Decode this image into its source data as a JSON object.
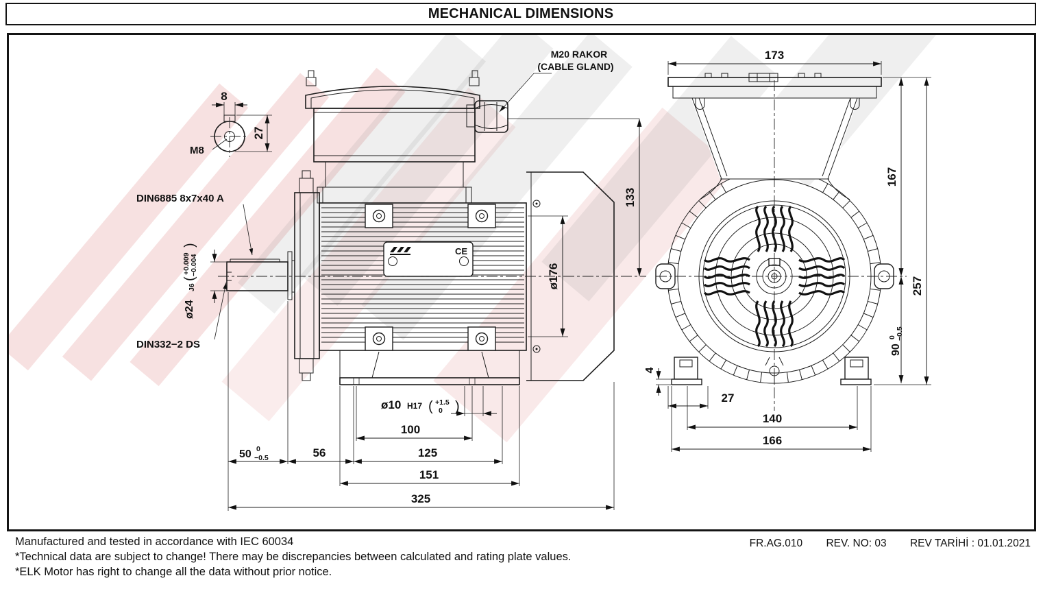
{
  "title": "MECHANICAL DIMENSIONS",
  "symbols": {
    "lparen": "(",
    "rparen": ")"
  },
  "side_view": {
    "shaft_detail": {
      "key_width": "8",
      "height": "27",
      "thread": "M8"
    },
    "key_spec": "DIN6885  8x7x40  A",
    "center_hole_spec": "DIN332−2  DS",
    "shaft_dim": {
      "dia": "ø24",
      "fit": "J6",
      "tol_top": "+0.009",
      "tol_bot": "−0.004"
    },
    "cable_gland": {
      "line1": "M20  RAKOR",
      "line2": "(CABLE GLAND)"
    },
    "dims": {
      "d133": "133",
      "d176": "ø176",
      "d100": "100",
      "d125": "125",
      "d151": "151",
      "d325": "325",
      "d56": "56",
      "d50": {
        "value": "50",
        "tol_top": "0",
        "tol_bot": "−0.5"
      },
      "foot_hole": {
        "dia": "ø10",
        "fit": "H17",
        "tol_top": "+1.5",
        "tol_bot": "0"
      }
    }
  },
  "front_view": {
    "dims": {
      "d173": "173",
      "d167": "167",
      "d257": "257",
      "d140": "140",
      "d166": "166",
      "d27": "27",
      "d4": "4",
      "d90": {
        "value": "90",
        "tol_top": "0",
        "tol_bot": "−0.5"
      }
    }
  },
  "nameplate": {
    "ce": "CE"
  },
  "footer": {
    "line1": "Manufactured and tested in accordance with  IEC 60034",
    "line2": "*Technical data are subject to change! There may be discrepancies between calculated and rating plate values.",
    "line3": "*ELK Motor has right to change all the data without prior notice.",
    "doc_no": "FR.AG.010",
    "rev_no": "REV. NO: 03",
    "rev_date": "REV TARİHİ : 01.01.2021"
  }
}
